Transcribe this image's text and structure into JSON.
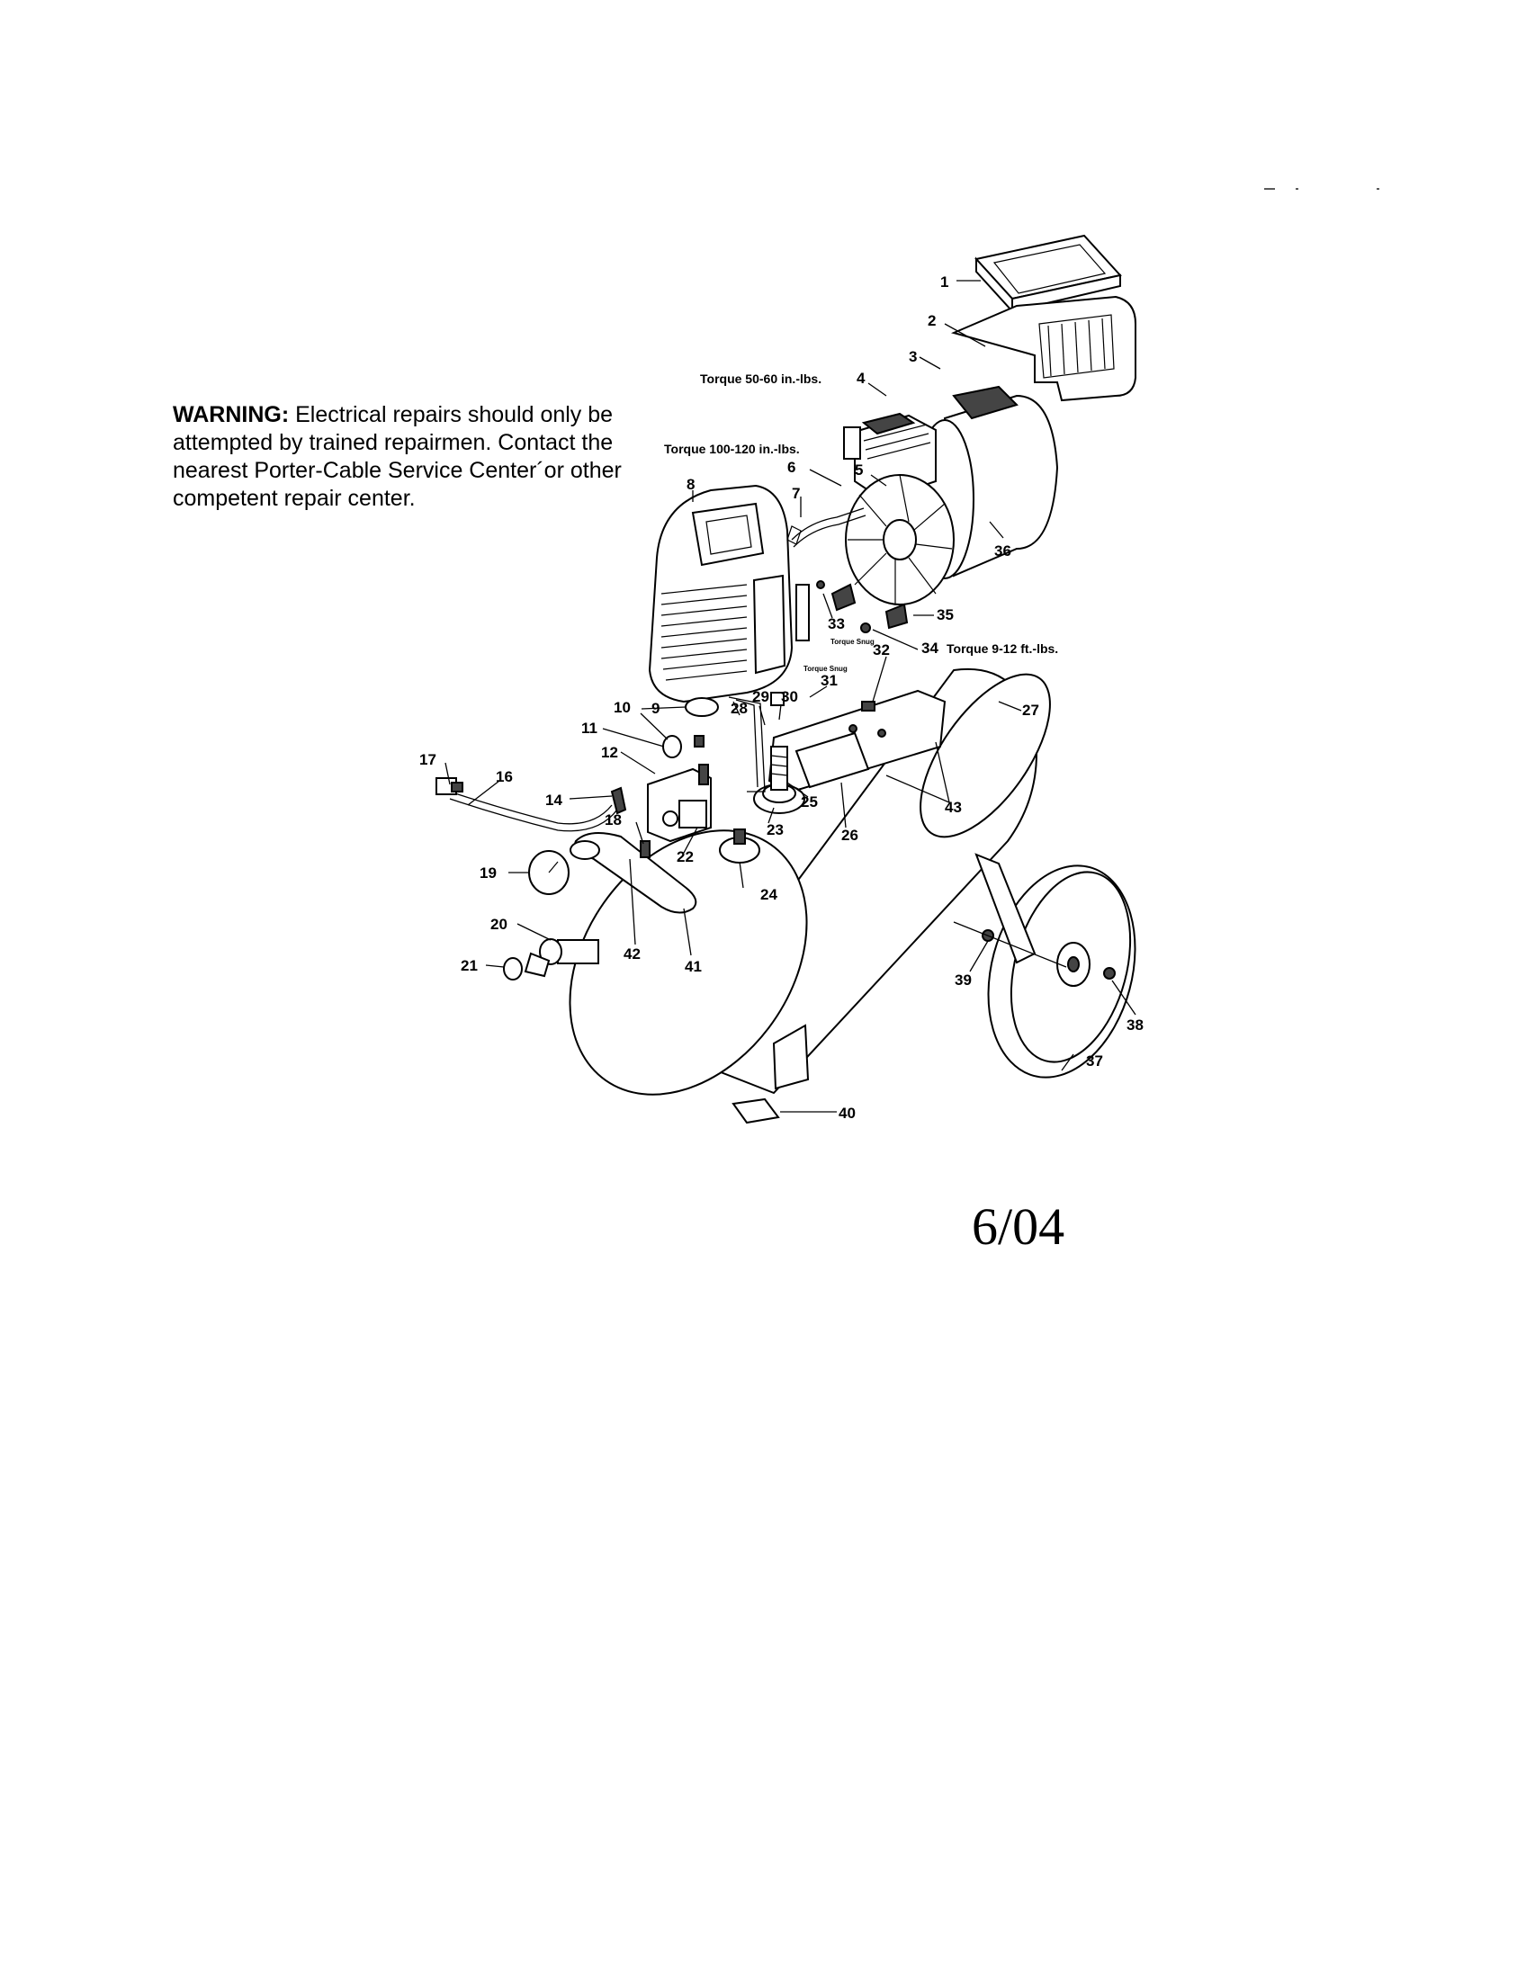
{
  "warning": {
    "label": "WARNING:",
    "text": " Electrical repairs should only be attempted by trained repairmen.  Contact the nearest Porter-Cable Service Center´or other competent repair center."
  },
  "date": "6/04",
  "torques": {
    "t4": "Torque 50-60 in.-lbs.",
    "t6": "Torque 100-120 in.-lbs.",
    "t34": "Torque 9-12 ft.-lbs.",
    "snug33": "Torque Snug",
    "snug31": "Torque Snug"
  },
  "parts": [
    "1",
    "2",
    "3",
    "4",
    "5",
    "6",
    "7",
    "8",
    "9",
    "10",
    "11",
    "12",
    "14",
    "16",
    "17",
    "18",
    "19",
    "20",
    "21",
    "22",
    "23",
    "24",
    "25",
    "26",
    "27",
    "28",
    "29",
    "30",
    "31",
    "32",
    "33",
    "34",
    "35",
    "36",
    "37",
    "38",
    "39",
    "40",
    "41",
    "42",
    "43"
  ]
}
